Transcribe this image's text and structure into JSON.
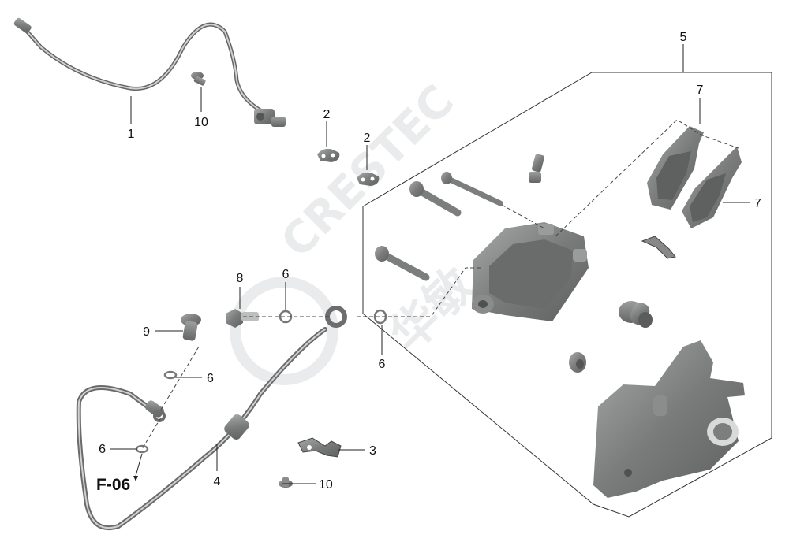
{
  "diagram": {
    "callouts": [
      {
        "id": "c1",
        "label": "1"
      },
      {
        "id": "c2a",
        "label": "2"
      },
      {
        "id": "c2b",
        "label": "2"
      },
      {
        "id": "c3",
        "label": "3"
      },
      {
        "id": "c4",
        "label": "4"
      },
      {
        "id": "c5",
        "label": "5"
      },
      {
        "id": "c6a",
        "label": "6"
      },
      {
        "id": "c6b",
        "label": "6"
      },
      {
        "id": "c6c",
        "label": "6"
      },
      {
        "id": "c6d",
        "label": "6"
      },
      {
        "id": "c7a",
        "label": "7"
      },
      {
        "id": "c7b",
        "label": "7"
      },
      {
        "id": "c8",
        "label": "8"
      },
      {
        "id": "c9",
        "label": "9"
      },
      {
        "id": "c10a",
        "label": "10"
      },
      {
        "id": "c10b",
        "label": "10"
      }
    ],
    "reference_label": "F-06",
    "watermark": {
      "latin": "CRESTEC",
      "cjk": "华敏"
    },
    "colors": {
      "part_dark": "#6f7070",
      "part_mid": "#8d8e8e",
      "part_light": "#b4b5b5",
      "line": "#222222",
      "watermark": "#e7e9ea"
    }
  }
}
